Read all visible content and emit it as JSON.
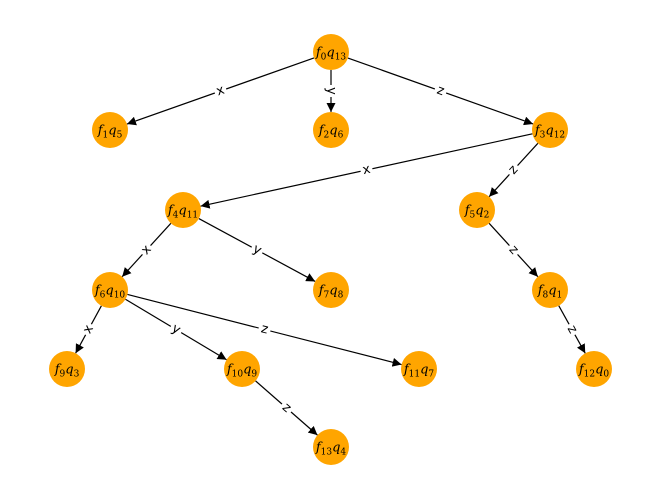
{
  "colors": {
    "node_fill": "#FFA500",
    "edge": "#000000",
    "background": "#ffffff"
  },
  "nodes": [
    {
      "id": "n0",
      "f": "0",
      "q": "13"
    },
    {
      "id": "n1",
      "f": "1",
      "q": "5"
    },
    {
      "id": "n2",
      "f": "2",
      "q": "6"
    },
    {
      "id": "n3",
      "f": "3",
      "q": "12"
    },
    {
      "id": "n4",
      "f": "4",
      "q": "11"
    },
    {
      "id": "n5",
      "f": "5",
      "q": "2"
    },
    {
      "id": "n6",
      "f": "6",
      "q": "10"
    },
    {
      "id": "n7",
      "f": "7",
      "q": "8"
    },
    {
      "id": "n8",
      "f": "8",
      "q": "1"
    },
    {
      "id": "n9",
      "f": "9",
      "q": "3"
    },
    {
      "id": "n10",
      "f": "10",
      "q": "9"
    },
    {
      "id": "n11",
      "f": "11",
      "q": "7"
    },
    {
      "id": "n12",
      "f": "12",
      "q": "0"
    },
    {
      "id": "n13",
      "f": "13",
      "q": "4"
    }
  ],
  "edges": [
    {
      "from": "n0",
      "to": "n1",
      "label": "x"
    },
    {
      "from": "n0",
      "to": "n2",
      "label": "y"
    },
    {
      "from": "n0",
      "to": "n3",
      "label": "z"
    },
    {
      "from": "n3",
      "to": "n4",
      "label": "x"
    },
    {
      "from": "n3",
      "to": "n5",
      "label": "z"
    },
    {
      "from": "n4",
      "to": "n6",
      "label": "x"
    },
    {
      "from": "n4",
      "to": "n7",
      "label": "y"
    },
    {
      "from": "n5",
      "to": "n8",
      "label": "z"
    },
    {
      "from": "n6",
      "to": "n9",
      "label": "x"
    },
    {
      "from": "n6",
      "to": "n10",
      "label": "y"
    },
    {
      "from": "n6",
      "to": "n11",
      "label": "z"
    },
    {
      "from": "n8",
      "to": "n12",
      "label": "z"
    },
    {
      "from": "n10",
      "to": "n13",
      "label": "z"
    }
  ]
}
